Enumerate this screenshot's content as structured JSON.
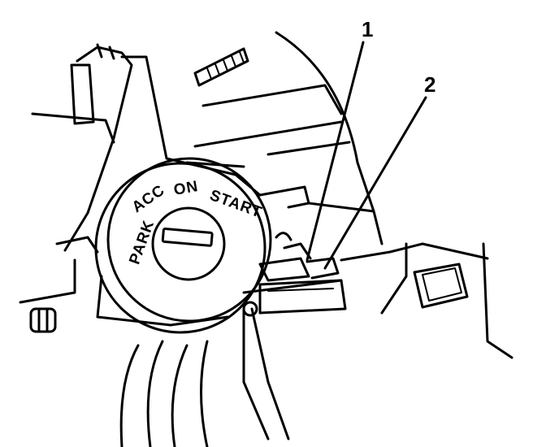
{
  "callouts": {
    "label_1": "1",
    "label_2": "2"
  },
  "ignition_ring": {
    "park": "PARK",
    "acc": "ACC",
    "on": "ON",
    "start": "START"
  }
}
